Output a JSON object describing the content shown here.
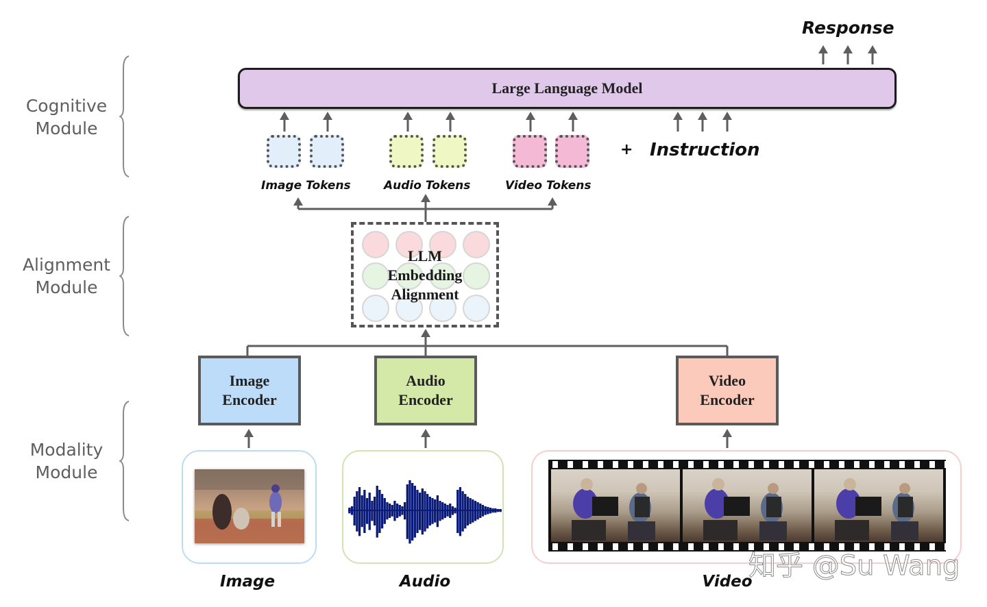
{
  "modules": [
    {
      "id": "cognitive",
      "line1": "Cognitive",
      "line2": "Module"
    },
    {
      "id": "alignment",
      "line1": "Alignment",
      "line2": "Module"
    },
    {
      "id": "modality",
      "line1": "Modality",
      "line2": "Module"
    }
  ],
  "llm": {
    "label": "Large Language Model",
    "color": "#e0c8ea"
  },
  "response": {
    "label": "Response"
  },
  "instruction": {
    "plus": "+",
    "label": "Instruction"
  },
  "tokens": [
    {
      "label": "Image Tokens",
      "color": "#e3eefb"
    },
    {
      "label": "Audio Tokens",
      "color": "#eff8c4"
    },
    {
      "label": "Video Tokens",
      "color": "#f3b9d5"
    }
  ],
  "alignment": {
    "line1": "LLM",
    "line2": "Embedding",
    "line3": "Alignment",
    "row_colors": [
      "#fadadd",
      "#e6f4e2",
      "#ecf4fb"
    ]
  },
  "encoders": [
    {
      "line1": "Image",
      "line2": "Encoder",
      "color": "#bcdcfa"
    },
    {
      "line1": "Audio",
      "line2": "Encoder",
      "color": "#d4e8a8"
    },
    {
      "line1": "Video",
      "line2": "Encoder",
      "color": "#fbcabb"
    }
  ],
  "inputs": [
    {
      "label": "Image",
      "frame_color": "#bcdcf4",
      "content": "baseball-photo"
    },
    {
      "label": "Audio",
      "frame_color": "#cfe3b3",
      "content": "audio-waveform"
    },
    {
      "label": "Video",
      "frame_color": "#f6cfcc",
      "content": "film-strip"
    }
  ],
  "watermark": "知乎 @Su Wang",
  "colors": {
    "arrow": "#5e5e5e",
    "waveform": "#0a1a78"
  }
}
